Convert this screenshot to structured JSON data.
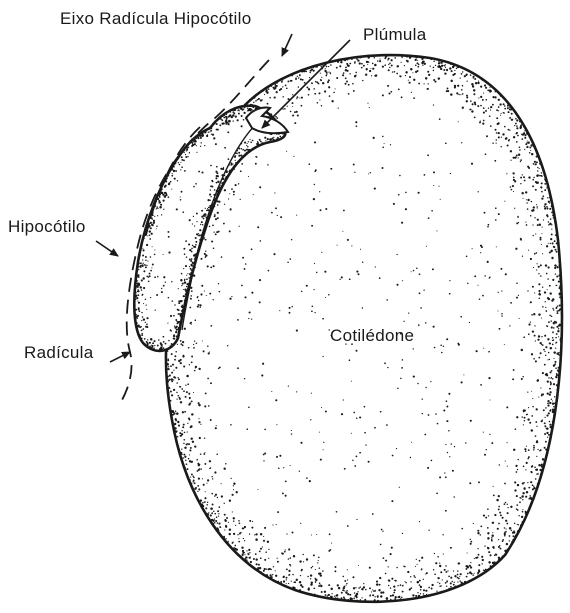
{
  "labels": {
    "eixo": "Eixo Radícula Hipocótilo",
    "plumula": "Plúmula",
    "hipocotilo": "Hipocótilo",
    "radicula": "Radícula",
    "cotiledone": "Cotilédone"
  },
  "colors": {
    "ink": "#1a1a1a",
    "background": "#ffffff"
  }
}
